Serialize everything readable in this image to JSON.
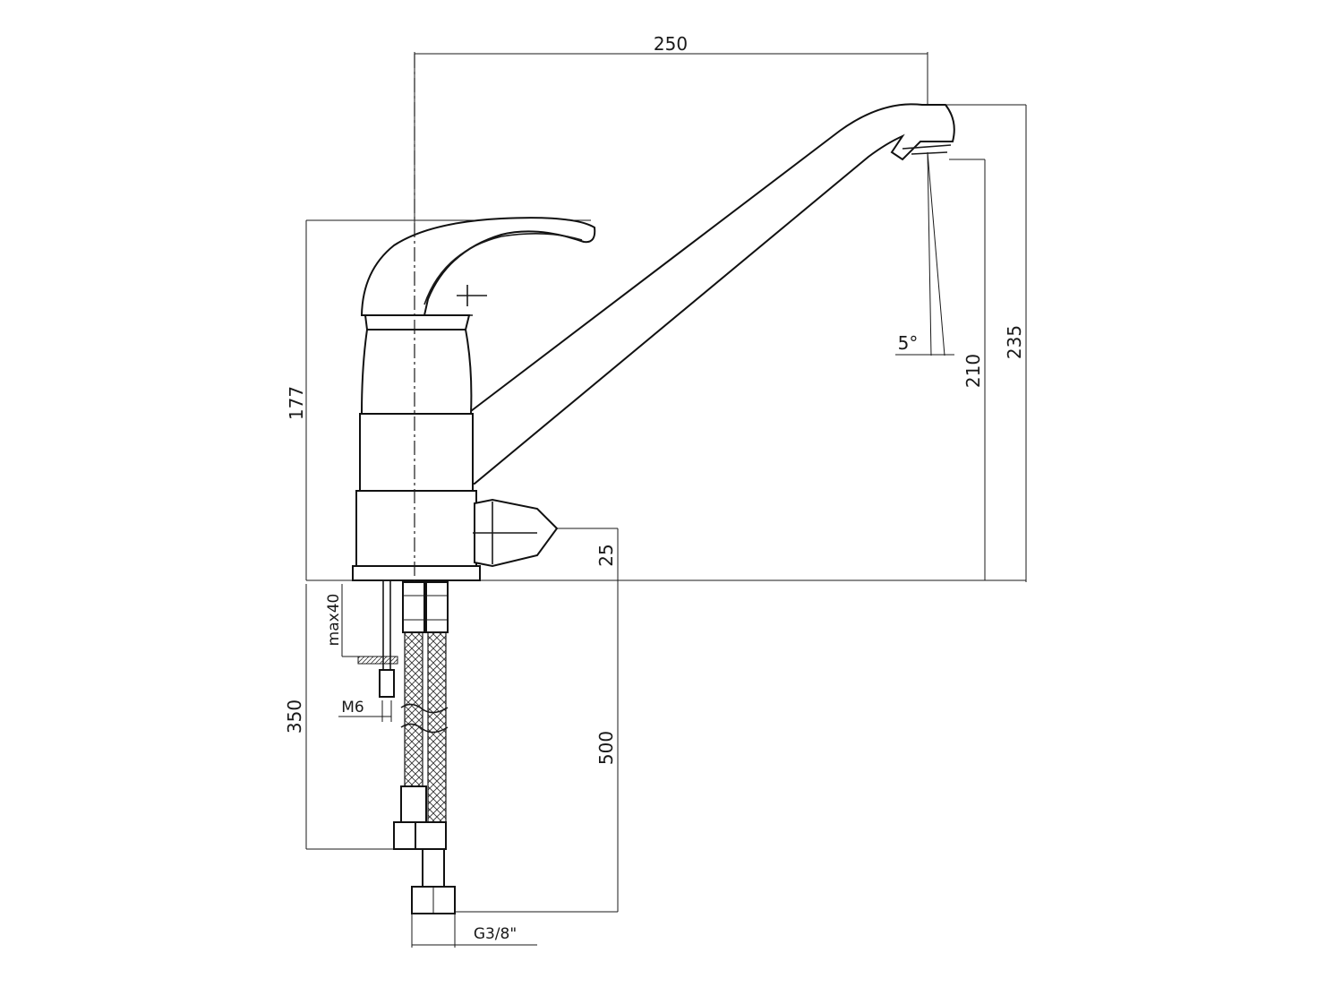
{
  "dimensions": {
    "spout_reach": "250",
    "body_height": "177",
    "total_height": "235",
    "spout_height": "210",
    "spray_angle": "5°",
    "inlet_height": "25",
    "max_worktop": "max40",
    "stud_thread": "M6",
    "stud_length": "350",
    "hose_length": "500",
    "hose_thread": "G3/8\""
  }
}
